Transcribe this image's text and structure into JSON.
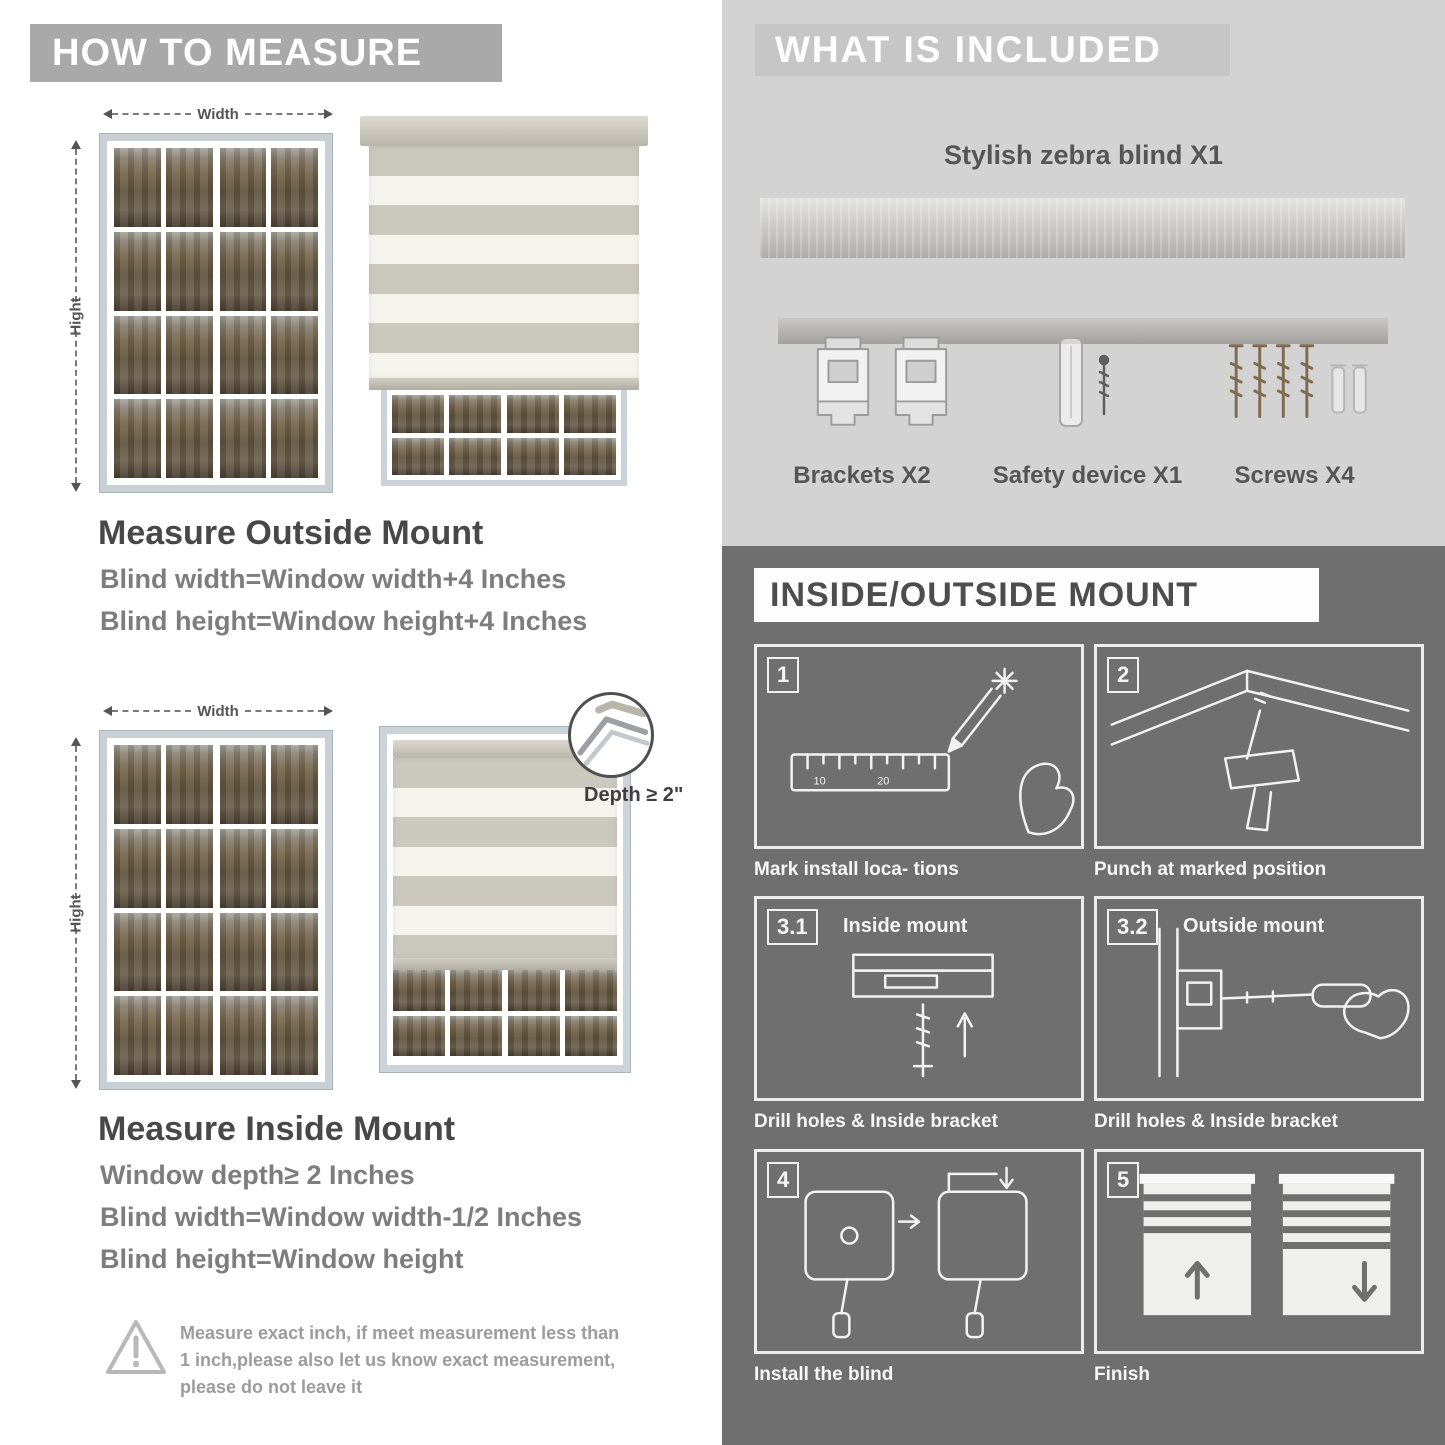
{
  "left": {
    "header": "HOW TO MEASURE",
    "outside": {
      "width_label": "Width",
      "height_label": "Hight",
      "title": "Measure Outside Mount",
      "line1": "Blind width=Window width+4 Inches",
      "line2": "Blind height=Window height+4 Inches"
    },
    "inside": {
      "width_label": "Width",
      "height_label": "Hight",
      "depth_label": "Depth ≥ 2\"",
      "title": "Measure Inside Mount",
      "line1": "Window depth≥ 2 Inches",
      "line2": "Blind width=Window width-1/2 Inches",
      "line3": "Blind height=Window height"
    },
    "warning_text": "Measure exact inch, if meet measurement less than 1 inch,please also let us know exact measurement, please do not leave it"
  },
  "included": {
    "header": "WHAT IS INCLUDED",
    "product_label": "Stylish zebra blind X1",
    "items": [
      {
        "label": "Brackets X2"
      },
      {
        "label": "Safety device X1"
      },
      {
        "label": "Screws X4"
      }
    ]
  },
  "mount": {
    "header": "INSIDE/OUTSIDE MOUNT",
    "steps": [
      {
        "num": "1",
        "caption": "Mark install loca- tions"
      },
      {
        "num": "2",
        "caption": "Punch at  marked position"
      },
      {
        "num": "3.1",
        "label": "Inside mount",
        "caption": "Drill holes &  Inside bracket"
      },
      {
        "num": "3.2",
        "label": "Outside mount",
        "caption": "Drill holes &  Inside bracket"
      },
      {
        "num": "4",
        "caption": "Install the blind"
      },
      {
        "num": "5",
        "caption": "Finish"
      }
    ]
  },
  "colors": {
    "header_bar": "#a9a9a9",
    "light_panel": "#d3d3d3",
    "light_header": "#c6c6c6",
    "dark_panel": "#6f6f6f",
    "title_text": "#484848",
    "formula_text": "#7d7d7d"
  }
}
